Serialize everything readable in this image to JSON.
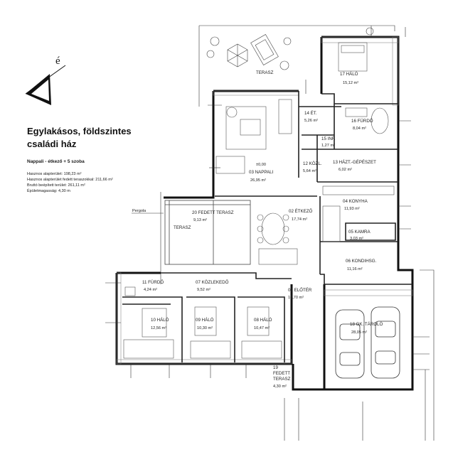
{
  "title_line1": "Egylakásos, földszintes",
  "title_line2": "családi ház",
  "subtitle": "Nappali - étkező + 5 szoba",
  "stats": [
    "Hasznos alapterület: 198,23 m²",
    "Hasznos alapterület fedett teraszokkal: 211,66 m²",
    "Bruttó beépített terület: 261,11 m²",
    "Épületmagasság: 4,30 m"
  ],
  "north_label": "é",
  "labels": {
    "terasz_top": "TERASZ",
    "terasz_left": "TERASZ",
    "pergola": "Pergola",
    "level": "±0,00"
  },
  "rooms": [
    {
      "id": "r17",
      "name": "17 HÁLÓ",
      "area": "15,12 m²"
    },
    {
      "id": "r14",
      "name": "14 ÉT.",
      "area": "5,26 m²"
    },
    {
      "id": "r16",
      "name": "16 FÜRDŐ",
      "area": "8,04 m²"
    },
    {
      "id": "r15",
      "name": "15 INF.",
      "area": "1,27 m²"
    },
    {
      "id": "r12",
      "name": "12 KÖZL.",
      "area": "5,64 m²"
    },
    {
      "id": "r13",
      "name": "13 HÁZT.-GÉPÉSZET",
      "area": "6,02 m²"
    },
    {
      "id": "r03",
      "name": "03 NAPPALI",
      "area": "26,95 m²"
    },
    {
      "id": "r04",
      "name": "04 KONYHA",
      "area": "11,93 m²"
    },
    {
      "id": "r20",
      "name": "20 FEDETT TERASZ",
      "area": "9,13 m²"
    },
    {
      "id": "r02",
      "name": "02 ÉTKEZŐ",
      "area": "17,74 m²"
    },
    {
      "id": "r05",
      "name": "05 KAMRA",
      "area": "3,03 m²"
    },
    {
      "id": "r06",
      "name": "06 KONDIHSG.",
      "area": "11,16 m²"
    },
    {
      "id": "r11",
      "name": "11 FÜRDŐ",
      "area": "4,24 m²"
    },
    {
      "id": "r07",
      "name": "07 KÖZLEKEDŐ",
      "area": "9,52 m²"
    },
    {
      "id": "r01",
      "name": "01 ELŐTÉR",
      "area": "10,70 m²"
    },
    {
      "id": "r10",
      "name": "10 HÁLÓ",
      "area": "12,56 m²"
    },
    {
      "id": "r09",
      "name": "09 HÁLÓ",
      "area": "10,30 m²"
    },
    {
      "id": "r08",
      "name": "08 HÁLÓ",
      "area": "10,47 m²"
    },
    {
      "id": "r18",
      "name": "18 GK. TÁROLÓ",
      "area": "28,05 m²"
    },
    {
      "id": "r19",
      "name": "19 FEDETT TERASZ",
      "area": "4,30 m²"
    }
  ]
}
